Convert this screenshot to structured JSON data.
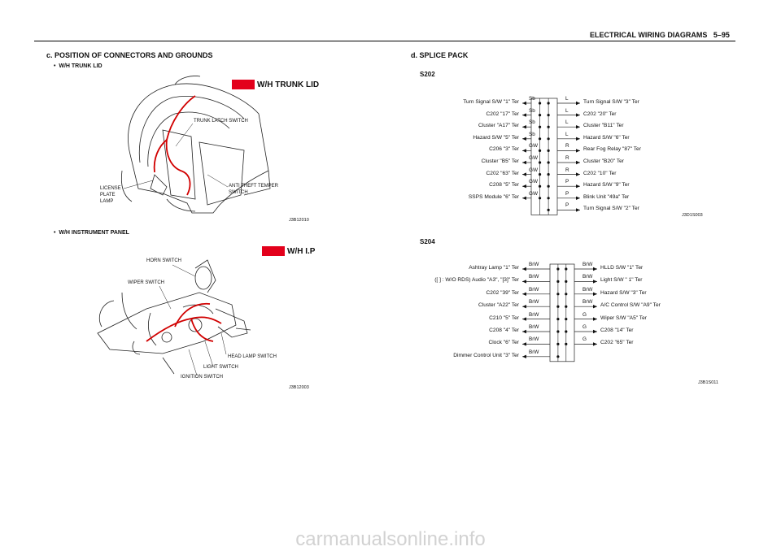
{
  "header": {
    "title": "ELECTRICAL WIRING DIAGRAMS",
    "page": "5–95"
  },
  "left": {
    "section_title": "c. POSITION OF CONNECTORS AND GROUNDS",
    "trunk": {
      "bullet": "W/H TRUNK LID",
      "badge": "W/H TRUNK LID",
      "labels": {
        "latch": "TRUNK LATCH SWITCH",
        "license1": "LICENSE",
        "license2": "PLATE",
        "license3": "LAMP",
        "anti1": "ANTI THEFT TEMPER",
        "anti2": "SWITCH"
      },
      "code": "J3B12010"
    },
    "ip": {
      "bullet": "W/H INSTRUMENT PANEL",
      "badge": "W/H I.P",
      "labels": {
        "horn": "HORN SWITCH",
        "wiper": "WIPER SWITCH",
        "head": "HEAD LAMP SWITCH",
        "light": "LIGHT SWITCH",
        "ign": "IGNITION SWITCH"
      },
      "code": "J3B12003"
    }
  },
  "right": {
    "section_title": "d. SPLICE PACK",
    "s202": {
      "name": "S202",
      "code": "J3D1S003",
      "left_rows": [
        {
          "label": "Turn Signal S/W  \"1\" Ter",
          "wire": "Sb"
        },
        {
          "label": "C202  \"17\" Ter",
          "wire": "Sb"
        },
        {
          "label": "Cluster  \"A17\" Ter",
          "wire": "Sb"
        },
        {
          "label": "Hazard S/W  \"5\" Ter",
          "wire": "Sb"
        },
        {
          "label": "C206  \"3\" Ter",
          "wire": "GW"
        },
        {
          "label": "Cluster  \"B5\" Ter",
          "wire": "GW"
        },
        {
          "label": "C202  \"63\" Ter",
          "wire": "GW"
        },
        {
          "label": "C208  \"5\" Ter",
          "wire": "GW"
        },
        {
          "label": "SSPS Module  \"6\" Ter",
          "wire": "GW"
        }
      ],
      "right_rows": [
        {
          "label": "Turn Signal S/W  \"3\" Ter",
          "wire": "L"
        },
        {
          "label": "C202  \"20\" Ter",
          "wire": "L"
        },
        {
          "label": "Cluster  \"B11\" Ter",
          "wire": "L"
        },
        {
          "label": "Hazard S/W  \"6\" Ter",
          "wire": "L"
        },
        {
          "label": "Rear Fog Relay  \"87\" Ter",
          "wire": "R"
        },
        {
          "label": "Cluster  \"B20\" Ter",
          "wire": "R"
        },
        {
          "label": "C202  \"10\" Ter",
          "wire": "R"
        },
        {
          "label": "Hazard S/W  \"9\" Ter",
          "wire": "P"
        },
        {
          "label": "Blink Unit  \"49a\" Ter",
          "wire": "P"
        },
        {
          "label": "Turn Signal S/W  \"2\" Ter",
          "wire": "P"
        }
      ]
    },
    "s204": {
      "name": "S204",
      "code": "J3B1S011",
      "left_rows": [
        {
          "label": "Ashtray Lamp  \"1\" Ter",
          "wire": "BrW"
        },
        {
          "label": "([  ] : W/O RDS) Audio  \"A3\", \"[3]\" Ter",
          "wire": "BrW"
        },
        {
          "label": "C202  \"39\" Ter",
          "wire": "BrW"
        },
        {
          "label": "Cluster  \"A22\" Ter",
          "wire": "BrW"
        },
        {
          "label": "C210 \"5\" Ter",
          "wire": "BrW"
        },
        {
          "label": "C208  \"4\" Ter",
          "wire": "BrW"
        },
        {
          "label": "Clock  \"6\" Ter",
          "wire": "BrW"
        },
        {
          "label": "Dimmer Control Unit  \"3\" Ter",
          "wire": "BrW"
        }
      ],
      "right_rows": [
        {
          "label": "HLLD S/W  \"1\" Ter",
          "wire": "BrW"
        },
        {
          "label": "Light S/W  \" 1\" Ter",
          "wire": "BrW"
        },
        {
          "label": "Hazard S/W  \"3\" Ter",
          "wire": "BrW"
        },
        {
          "label": "A/C Control S/W \"A9\" Ter",
          "wire": "BrW"
        },
        {
          "label": "Wiper S/W  \"A5\" Ter",
          "wire": "G"
        },
        {
          "label": "C208  \"14\" Ter",
          "wire": "G"
        },
        {
          "label": "C202  \"65\" Ter",
          "wire": "G"
        }
      ]
    }
  },
  "watermark": "carmanualsonline.info",
  "colors": {
    "accent": "#e3001b",
    "harness": "#d10000"
  }
}
